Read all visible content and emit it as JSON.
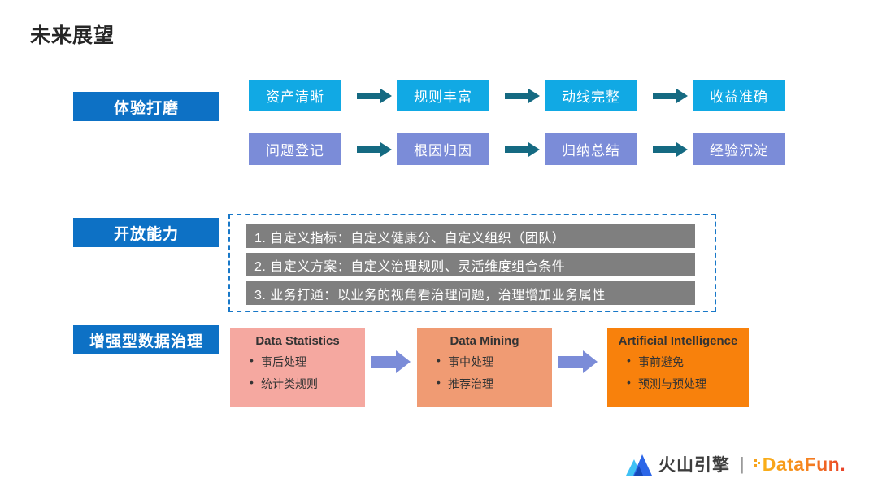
{
  "title": "未来展望",
  "sections": {
    "experience": {
      "label": "体验打磨",
      "row1": [
        "资产清晰",
        "规则丰富",
        "动线完整",
        "收益准确"
      ],
      "row2": [
        "问题登记",
        "根因归因",
        "归纳总结",
        "经验沉淀"
      ]
    },
    "open": {
      "label": "开放能力",
      "items": [
        "1. 自定义指标：自定义健康分、自定义组织（团队）",
        "2. 自定义方案：自定义治理规则、灵活维度组合条件",
        "3. 业务打通：以业务的视角看治理问题，治理增加业务属性"
      ]
    },
    "augmented": {
      "label": "增强型数据治理",
      "stages": [
        {
          "title": "Data Statistics",
          "bullets": [
            "事后处理",
            "统计类规则"
          ],
          "bg": "#F5A8A0"
        },
        {
          "title": "Data Mining",
          "bullets": [
            "事中处理",
            "推荐治理"
          ],
          "bg": "#F09B73"
        },
        {
          "title": "Artificial Intelligence",
          "bullets": [
            "事前避免",
            "预测与预处理"
          ],
          "bg": "#F8810C"
        }
      ]
    }
  },
  "footer": {
    "brand1": "火山引擎",
    "separator": "|",
    "brand2": "DataFun."
  },
  "colors": {
    "section_label_bg": "#0D71C5",
    "flow_row1_bg": "#11A9E4",
    "flow_row2_bg": "#7B8CD8",
    "flow_arrow": "#156A82",
    "dashed_border": "#1878C8",
    "gray_bar_bg": "#7F7F7F",
    "block_arrow": "#7B8CD8",
    "datafun_orange": "#F5821F",
    "datafun_red": "#E8402A"
  }
}
